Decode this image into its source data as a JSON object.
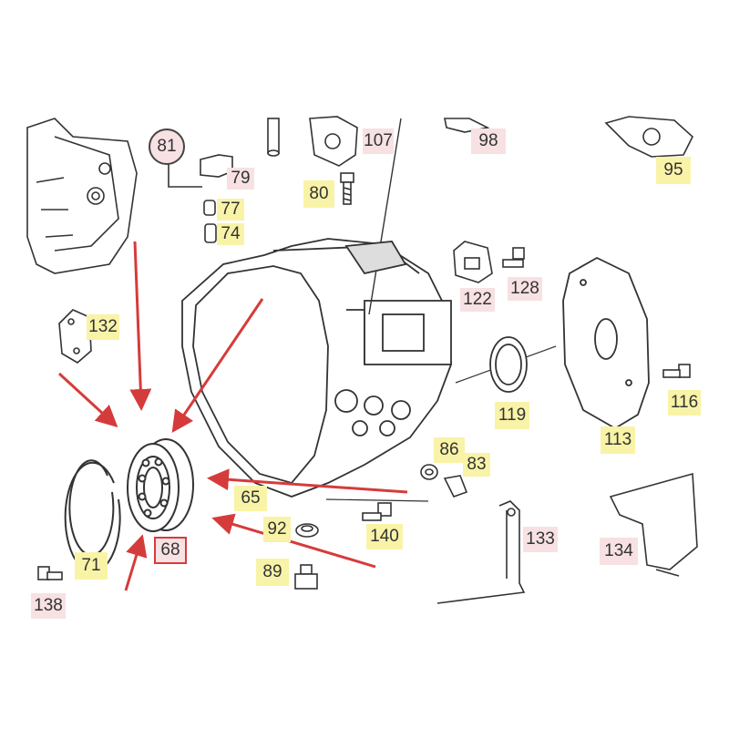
{
  "callouts": [
    {
      "id": "81",
      "label": "81",
      "color": "pink"
    },
    {
      "id": "79",
      "label": "79",
      "color": "pink"
    },
    {
      "id": "77",
      "label": "77",
      "color": "yellow"
    },
    {
      "id": "74",
      "label": "74",
      "color": "yellow"
    },
    {
      "id": "80",
      "label": "80",
      "color": "yellow"
    },
    {
      "id": "107",
      "label": "107",
      "color": "pink"
    },
    {
      "id": "98",
      "label": "98",
      "color": "pink"
    },
    {
      "id": "95",
      "label": "95",
      "color": "yellow"
    },
    {
      "id": "132",
      "label": "132",
      "color": "yellow"
    },
    {
      "id": "122",
      "label": "122",
      "color": "pink"
    },
    {
      "id": "128",
      "label": "128",
      "color": "pink"
    },
    {
      "id": "119",
      "label": "119",
      "color": "yellow"
    },
    {
      "id": "116",
      "label": "116",
      "color": "yellow"
    },
    {
      "id": "113",
      "label": "113",
      "color": "yellow"
    },
    {
      "id": "86",
      "label": "86",
      "color": "yellow"
    },
    {
      "id": "83",
      "label": "83",
      "color": "yellow"
    },
    {
      "id": "65",
      "label": "65",
      "color": "yellow"
    },
    {
      "id": "92",
      "label": "92",
      "color": "yellow"
    },
    {
      "id": "140",
      "label": "140",
      "color": "yellow"
    },
    {
      "id": "133",
      "label": "133",
      "color": "pink"
    },
    {
      "id": "134",
      "label": "134",
      "color": "pink"
    },
    {
      "id": "71",
      "label": "71",
      "color": "yellow"
    },
    {
      "id": "68",
      "label": "68",
      "color": "pink",
      "highlighted": true
    },
    {
      "id": "89",
      "label": "89",
      "color": "yellow"
    },
    {
      "id": "138",
      "label": "138",
      "color": "pink"
    }
  ],
  "colors": {
    "yellow_box": "#f9f3a8",
    "pink_box": "#f7e1e3",
    "arrow": "#d63b3b",
    "line": "#333333"
  }
}
